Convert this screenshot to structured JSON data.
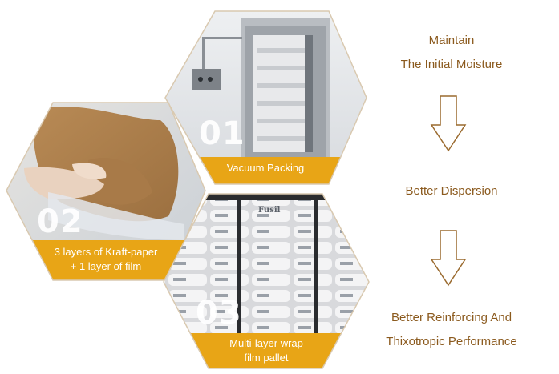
{
  "hexes": [
    {
      "number": "01",
      "caption_lines": [
        "Vacuum Packing"
      ]
    },
    {
      "number": "02",
      "caption_lines": [
        "3 layers of Kraft-paper",
        "+ 1 layer of film"
      ]
    },
    {
      "number": "03",
      "caption_lines": [
        "Multi-layer wrap",
        "film pallet"
      ]
    }
  ],
  "steps": [
    {
      "lines": [
        "Maintain",
        "The Initial Moisture"
      ]
    },
    {
      "lines": [
        "Better Dispersion"
      ]
    },
    {
      "lines": [
        "Better Reinforcing And",
        "Thixotropic Performance"
      ]
    }
  ],
  "bag_print": "Fusil",
  "colors": {
    "accent": "#E8A516",
    "text": "#8B5A1E",
    "arrow": "#9A6A2E",
    "hex_border": "#D9C9B0"
  },
  "icons": [
    "down-arrow-icon",
    "down-arrow-icon"
  ]
}
